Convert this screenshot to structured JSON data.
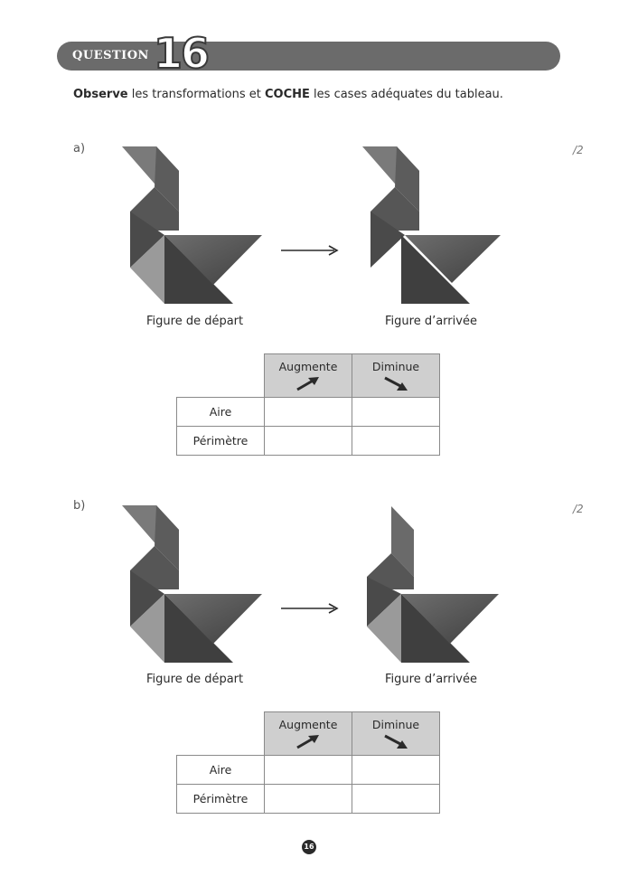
{
  "header": {
    "question_label": "QUESTION",
    "question_number": "16"
  },
  "instruction": {
    "bold1": "Observe",
    "text1": " les transformations et ",
    "bold2": "COCHE",
    "text2": " les cases adéquates du tableau."
  },
  "parts": [
    {
      "label": "a)",
      "score": "/2",
      "caption_start": "Figure de départ",
      "caption_end": "Figure d’arrivée",
      "table": {
        "col1": "Augmente",
        "col2": "Diminue",
        "row1": "Aire",
        "row2": "Périmètre"
      }
    },
    {
      "label": "b)",
      "score": "/2",
      "caption_start": "Figure de départ",
      "caption_end": "Figure d’arrivée",
      "table": {
        "col1": "Augmente",
        "col2": "Diminue",
        "row1": "Aire",
        "row2": "Périmètre"
      }
    }
  ],
  "icons": {
    "up_arrow": "arrow-up-right-icon",
    "down_arrow": "arrow-down-right-icon",
    "transform_arrow": "arrow-right-icon"
  },
  "colors": {
    "bar": "#6b6b6b",
    "header_cell": "#cfcfcf",
    "tangram_dark": "#4a4a4a",
    "tangram_light": "#9a9a9a"
  },
  "footer": {
    "page_number": "16"
  }
}
